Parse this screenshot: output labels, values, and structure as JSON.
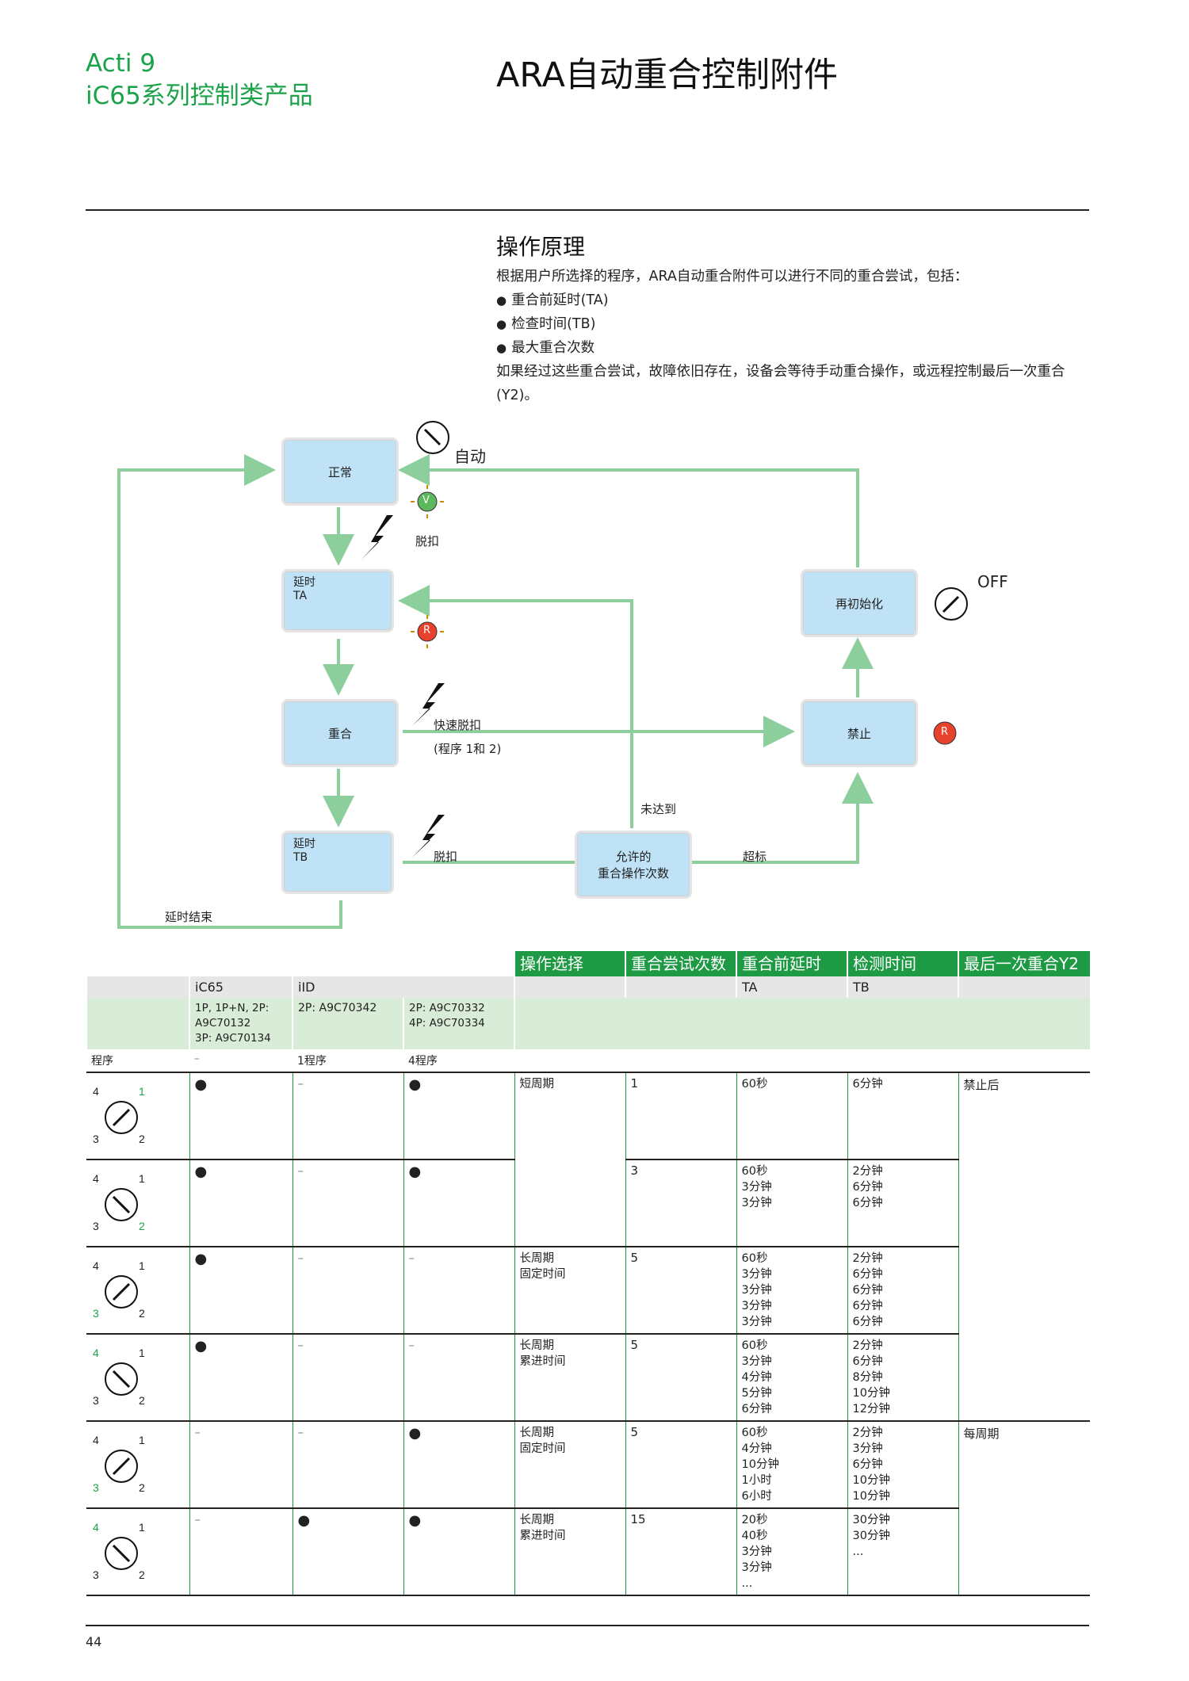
{
  "brand": {
    "line1": "Acti 9",
    "line2": "iC65系列控制类产品"
  },
  "title": "ARA自动重合控制附件",
  "section": {
    "heading": "操作原理",
    "intro": "根据用户所选择的程序，ARA自动重合附件可以进行不同的重合尝试，包括：",
    "bullets": [
      "重合前延时(TA)",
      "检查时间(TB)",
      "最大重合次数"
    ],
    "outro": "如果经过这些重合尝试，故障依旧存在，设备会等待手动重合操作，或远程控制最后一次重合(Y2)。"
  },
  "diagram": {
    "boxes": {
      "normal": "正常",
      "delay_ta_l1": "延时",
      "delay_ta_l2": "TA",
      "reclose": "重合",
      "delay_tb_l1": "延时",
      "delay_tb_l2": "TB",
      "allowed_l1": "允许的",
      "allowed_l2": "重合操作次数",
      "reinit": "再初始化",
      "forbid": "禁止"
    },
    "labels": {
      "auto": "自动",
      "trip": "脱扣",
      "fast_trip": "快速脱扣",
      "fast_trip_note": "(程序 1和 2)",
      "trip2": "脱扣",
      "not_reached": "未达到",
      "exceeded": "超标",
      "delay_end": "延时结束",
      "off": "OFF",
      "led_v": "V",
      "led_r": "R",
      "r_badge": "R"
    },
    "colors": {
      "arrow": "#8ccf9c",
      "box": "#bfe2f6",
      "green_led": "#5cb85c",
      "red_led": "#e8412c"
    }
  },
  "table": {
    "headers": [
      "操作选择",
      "重合尝试次数",
      "重合前延时",
      "检测时间",
      "最后一次重合Y2"
    ],
    "sub": {
      "ic65": "iC65",
      "iid": "iID",
      "ta": "TA",
      "tb": "TB"
    },
    "parts": {
      "ic65": "1P, 1P+N, 2P: A9C70132\n3P: A9C70134",
      "iid_2p": "2P: A9C70342",
      "iid_4": "2P: A9C70332\n4P: A9C70334"
    },
    "program_row": {
      "label": "程序",
      "ic65": "–",
      "iid_a": "1程序",
      "iid_b": "4程序"
    },
    "rows": [
      {
        "dial": "1",
        "ic65": "●",
        "iid_a": "–",
        "iid_b": "●",
        "op": "短周期",
        "attempts": "1",
        "ta": "60秒",
        "tb": "6分钟",
        "y2": "禁止后"
      },
      {
        "dial": "2",
        "ic65": "●",
        "iid_a": "–",
        "iid_b": "●",
        "op": "",
        "attempts": "3",
        "ta": "60秒\n3分钟\n3分钟",
        "tb": "2分钟\n6分钟\n6分钟",
        "y2": ""
      },
      {
        "dial": "3",
        "ic65": "●",
        "iid_a": "–",
        "iid_b": "–",
        "op": "长周期\n固定时间",
        "attempts": "5",
        "ta": "60秒\n3分钟\n3分钟\n3分钟\n3分钟",
        "tb": "2分钟\n6分钟\n6分钟\n6分钟\n6分钟",
        "y2": ""
      },
      {
        "dial": "4",
        "ic65": "●",
        "iid_a": "–",
        "iid_b": "–",
        "op": "长周期\n累进时间",
        "attempts": "5",
        "ta": "60秒\n3分钟\n4分钟\n5分钟\n6分钟",
        "tb": "2分钟\n6分钟\n8分钟\n10分钟\n12分钟",
        "y2": ""
      },
      {
        "dial": "3",
        "ic65": "–",
        "iid_a": "–",
        "iid_b": "●",
        "op": "长周期\n固定时间",
        "attempts": "5",
        "ta": "60秒\n4分钟\n10分钟\n1小时\n6小时",
        "tb": "2分钟\n3分钟\n6分钟\n10分钟\n10分钟",
        "y2": "每周期"
      },
      {
        "dial": "4",
        "ic65": "–",
        "iid_a": "●",
        "iid_b": "●",
        "op": "长周期\n累进时间",
        "attempts": "15",
        "ta": "20秒\n40秒\n3分钟\n3分钟\n...",
        "tb": "30分钟\n30分钟\n...",
        "y2": ""
      }
    ],
    "dial_numbers": {
      "n1": "1",
      "n2": "2",
      "n3": "3",
      "n4": "4"
    }
  },
  "page_number": "44"
}
